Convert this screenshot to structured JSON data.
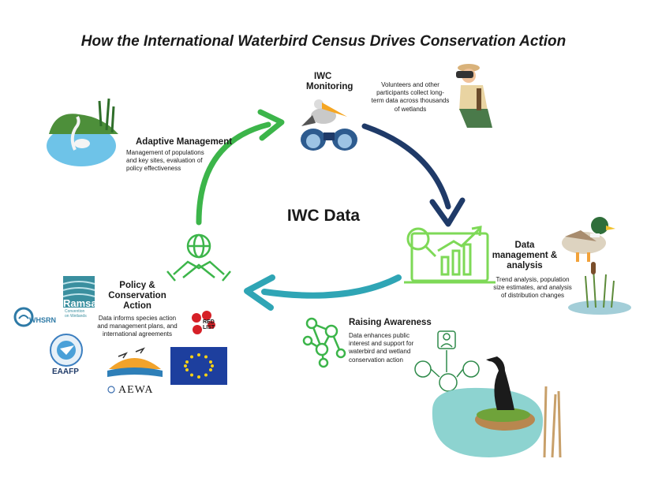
{
  "title": "How the International Waterbird Census Drives Conservation Action",
  "center": "IWC Data",
  "stages": {
    "monitoring": {
      "heading_line1": "IWC",
      "heading_line2": "Monitoring",
      "desc": [
        "Volunteers and other",
        "participants collect long-",
        "term data across thousands",
        "of wetlands"
      ]
    },
    "data_management": {
      "heading_line1": "Data",
      "heading_line2": "management &",
      "heading_line3": "analysis",
      "desc": [
        "Trend analysis, population",
        "size estimates, and analysis",
        "of distribution changes"
      ]
    },
    "raising_awareness": {
      "heading": "Raising Awareness",
      "desc": [
        "Data enhances public",
        "interest and support for",
        "waterbird and wetland",
        "conservation action"
      ]
    },
    "policy": {
      "heading_line1": "Policy &",
      "heading_line2": "Conservation",
      "heading_line3": "Action",
      "desc": [
        "Data informs species action",
        "and management plans, and",
        "international agreements"
      ]
    },
    "adaptive": {
      "heading": "Adaptive Management",
      "desc": [
        "Management of populations",
        "and key sites, evaluation of",
        "policy effectiveness"
      ]
    }
  },
  "logos": {
    "ramsar": "Ramsar",
    "ramsar_sub1": "Convention",
    "ramsar_sub2": "on Wetlands",
    "whsrn": "WHSRN",
    "eaafp": "EAAFP",
    "aewa": "AEWA",
    "redlist1": "RED",
    "redlist2": "LIST"
  },
  "colors": {
    "dark_blue": "#1f3a68",
    "green": "#3cb54a",
    "teal": "#2fa5b5",
    "light_green": "#7ed957"
  }
}
